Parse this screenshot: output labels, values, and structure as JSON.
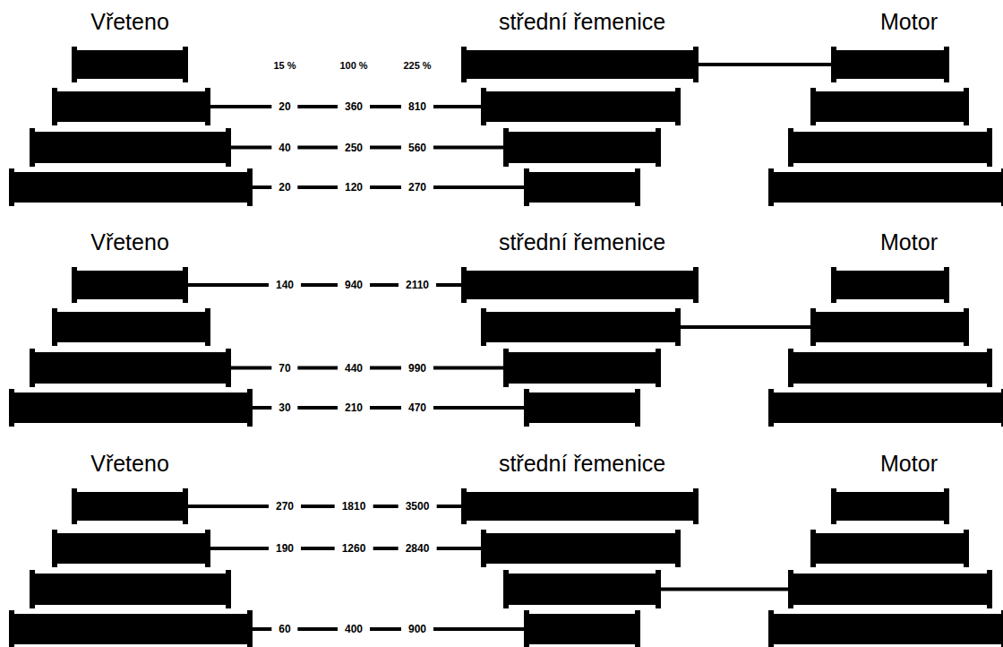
{
  "diagram": {
    "labels": [
      "Vřeteno",
      "střední řemenice",
      "Motor",
      "15 %",
      "100 %",
      "225 %",
      "20",
      "360",
      "810",
      "40",
      "250",
      "560",
      "20",
      "120",
      "270",
      "Vřeteno",
      "střední řemenice",
      "Motor",
      "140",
      "940",
      "2110",
      "70",
      "440",
      "990",
      "30",
      "210",
      "470",
      "Vřeteno",
      "střední řemenice",
      "Motor",
      "270",
      "1810",
      "3500",
      "190",
      "1260",
      "2840",
      "60",
      "400",
      "900"
    ]
  }
}
